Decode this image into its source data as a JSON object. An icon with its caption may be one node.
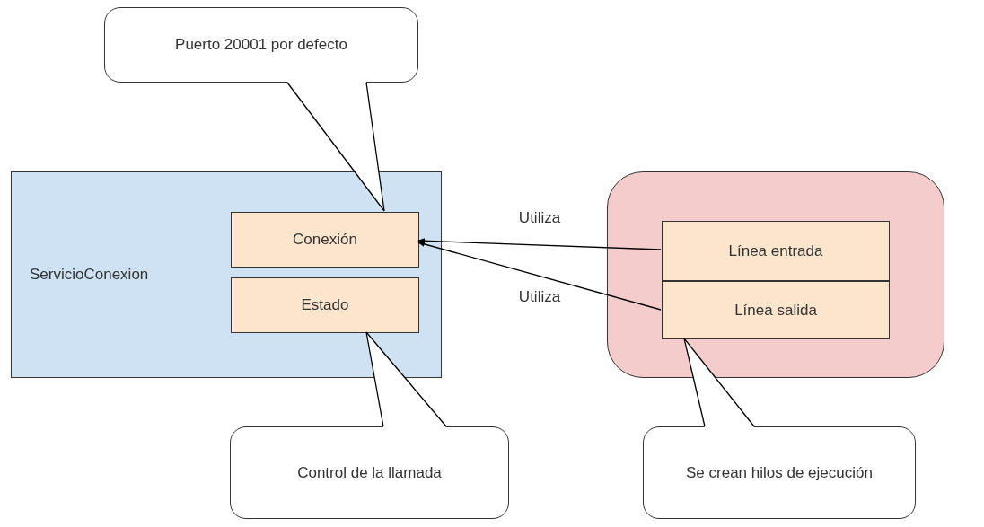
{
  "diagram": {
    "nodes": [
      {
        "text": [
          "ServicioConexion"
        ]
      },
      {
        "text": [
          "Conexión"
        ],
        "in": 0
      },
      {
        "text": [
          "Estado"
        ],
        "in": 0
      },
      {
        "text": [],
        "shape": "box"
      },
      {
        "text": [
          "Línea entrada"
        ],
        "in": 3
      },
      {
        "text": [
          "Línea salida"
        ],
        "in": 3
      },
      {
        "text": [
          "Puerto 20001 por defecto"
        ]
      },
      {
        "text": [
          "Control de la llamada"
        ]
      },
      {
        "text": [
          "Se crean hilos de ejecución"
        ]
      }
    ],
    "edges": [
      {
        "from": 4,
        "to": 1,
        "arrow": "to",
        "label": "Utiliza"
      },
      {
        "from": 5,
        "to": 1,
        "arrow": "to",
        "label": "Utiliza"
      },
      {
        "from": 6,
        "to": 1,
        "arrow": "none"
      },
      {
        "from": 7,
        "to": 2,
        "arrow": "none"
      },
      {
        "from": 8,
        "to": 5,
        "arrow": "none"
      }
    ]
  }
}
